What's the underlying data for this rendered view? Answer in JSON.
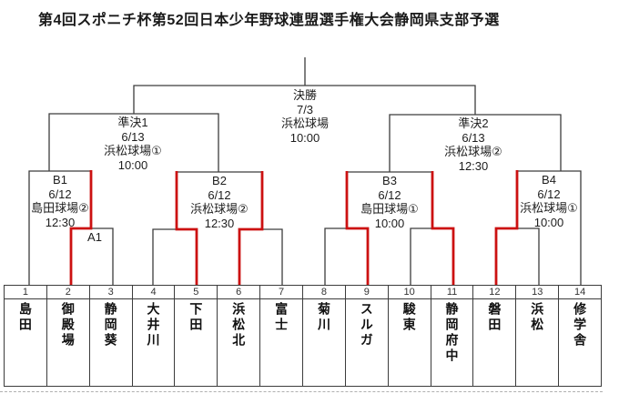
{
  "title": "第4回スポニチ杯第52回日本少年野球連盟選手権大会静岡県支部予選",
  "games": {
    "final": {
      "name": "決勝",
      "date": "7/3",
      "venue": "浜松球場",
      "time": "10:00"
    },
    "semi1": {
      "name": "準決1",
      "date": "6/13",
      "venue": "浜松球場①",
      "time": "10:00"
    },
    "semi2": {
      "name": "準決2",
      "date": "6/13",
      "venue": "浜松球場②",
      "time": "12:30"
    },
    "b1": {
      "name": "B1",
      "date": "6/12",
      "venue": "島田球場②",
      "time": "12:30"
    },
    "b2": {
      "name": "B2",
      "date": "6/12",
      "venue": "浜松球場②",
      "time": "12:30"
    },
    "b3": {
      "name": "B3",
      "date": "6/12",
      "venue": "島田球場①",
      "time": "10:00"
    },
    "b4": {
      "name": "B4",
      "date": "6/12",
      "venue": "浜松球場①",
      "time": "10:00"
    },
    "a1": {
      "name": "A1"
    }
  },
  "teams": [
    {
      "no": "1",
      "name": "島田"
    },
    {
      "no": "2",
      "name": "御殿場"
    },
    {
      "no": "3",
      "name": "静岡葵"
    },
    {
      "no": "4",
      "name": "大井川"
    },
    {
      "no": "5",
      "name": "下田"
    },
    {
      "no": "6",
      "name": "浜松北"
    },
    {
      "no": "7",
      "name": "富士"
    },
    {
      "no": "8",
      "name": "菊川"
    },
    {
      "no": "9",
      "name": "スルガ"
    },
    {
      "no": "10",
      "name": "駿東"
    },
    {
      "no": "11",
      "name": "静岡府中"
    },
    {
      "no": "12",
      "name": "磐田"
    },
    {
      "no": "13",
      "name": "浜松"
    },
    {
      "no": "14",
      "name": "修学舎"
    }
  ],
  "red_path_team_numbers": [
    2,
    5,
    6,
    9,
    11,
    12
  ],
  "colors": {
    "line": "#3c3c3c",
    "winner_path": "#cc1111"
  }
}
